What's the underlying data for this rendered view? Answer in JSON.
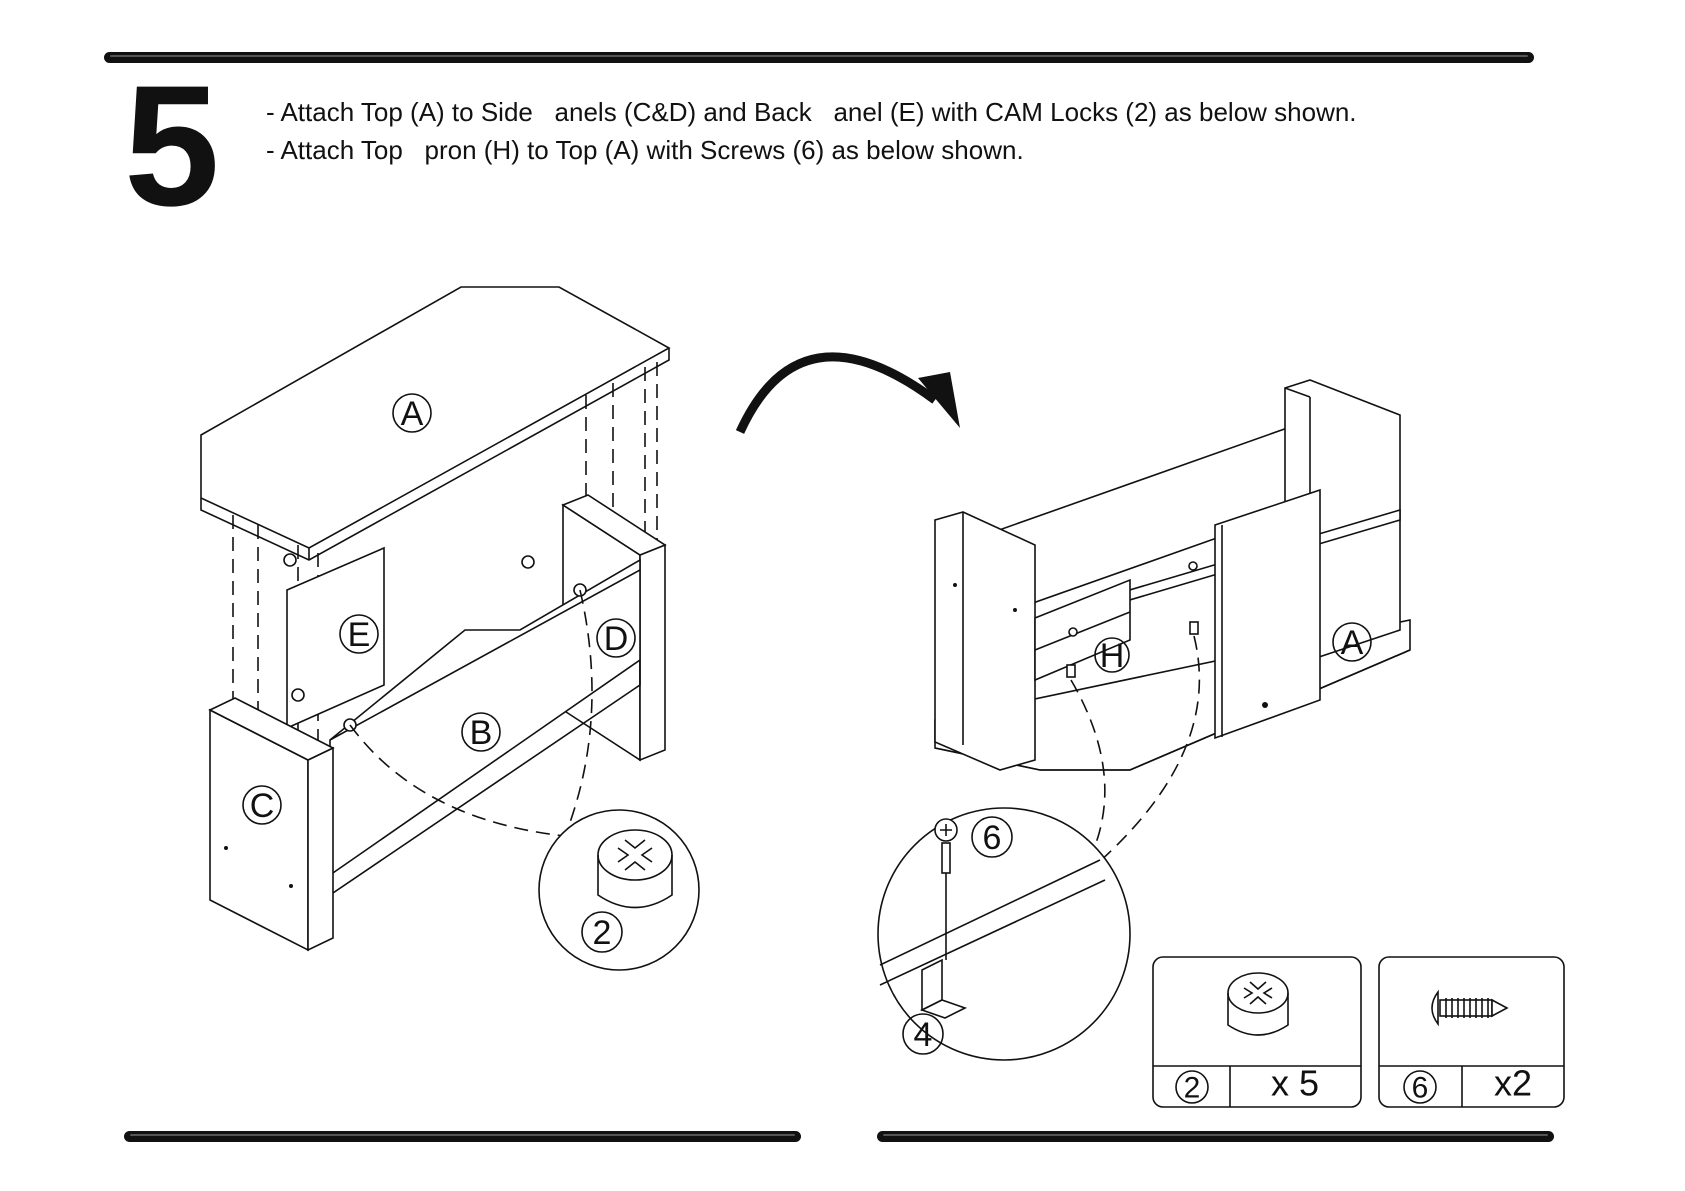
{
  "step": {
    "number": "5",
    "instructions": [
      "- Attach Top (A) to Side   anels (C&D) and Back   anel (E) with CAM Locks (2) as below shown.",
      "- Attach Top   pron (H) to Top (A) with Screws (6) as below shown."
    ]
  },
  "left_diagram": {
    "labels": {
      "top": "A",
      "back_panel": "E",
      "bottom": "B",
      "side_left": "C",
      "side_right": "D"
    },
    "detail_callout": "2"
  },
  "right_diagram": {
    "labels": {
      "top": "A",
      "apron": "H"
    },
    "detail_callouts": {
      "screw": "6",
      "bracket": "4"
    }
  },
  "parts": [
    {
      "id": "2",
      "icon": "cam-lock-icon",
      "quantity": "x 5"
    },
    {
      "id": "6",
      "icon": "screw-icon",
      "quantity": "x2"
    }
  ]
}
